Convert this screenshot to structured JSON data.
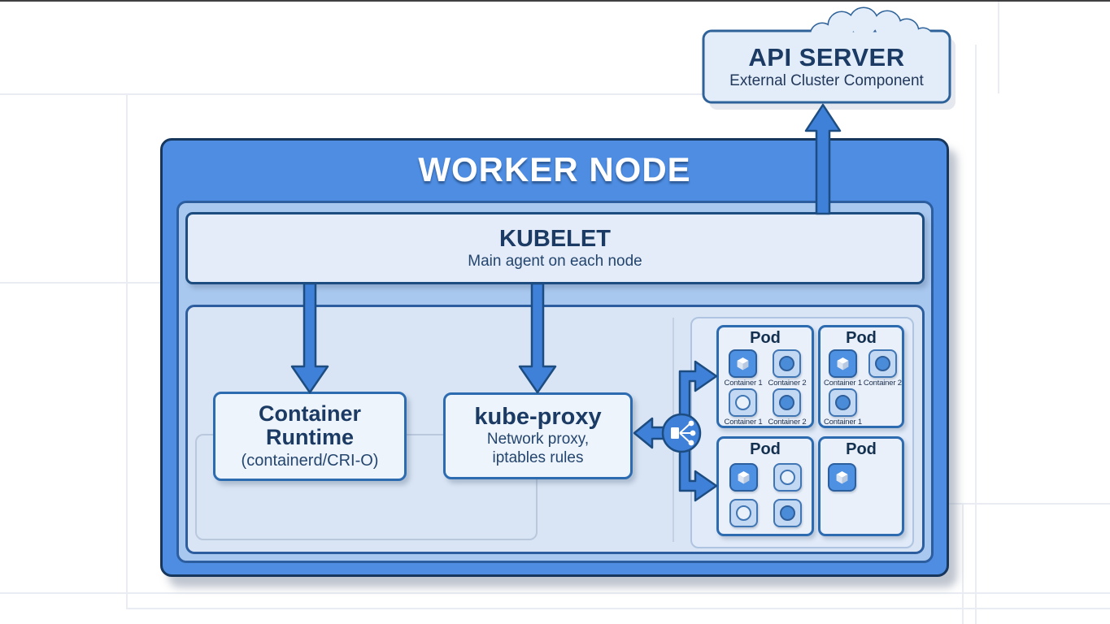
{
  "api_server": {
    "title": "API SERVER",
    "subtitle": "External Cluster Component"
  },
  "worker_node": {
    "title": "WORKER NODE"
  },
  "kubelet": {
    "title": "KUBELET",
    "subtitle": "Main agent on each node"
  },
  "container_runtime": {
    "title_line1": "Container",
    "title_line2": "Runtime",
    "subtitle": "(containerd/CRI-O)"
  },
  "kube_proxy": {
    "title": "kube-proxy",
    "subtitle_line1": "Network proxy,",
    "subtitle_line2": "iptables rules"
  },
  "pods": [
    {
      "title": "Pod",
      "containers": [
        {
          "icon": "cube",
          "label": "Container 1"
        },
        {
          "icon": "circle-filled",
          "label": "Container 2"
        },
        {
          "icon": "circle-outline",
          "label": "Container 1"
        },
        {
          "icon": "circle-filled",
          "label": "Container 2"
        }
      ]
    },
    {
      "title": "Pod",
      "containers": [
        {
          "icon": "cube",
          "label": "Container 1"
        },
        {
          "icon": "circle-filled",
          "label": "Container 2"
        },
        {
          "icon": "circle-filled",
          "label": "Container 1"
        }
      ]
    },
    {
      "title": "Pod",
      "containers": [
        {
          "icon": "cube",
          "label": null
        },
        {
          "icon": "circle-outline",
          "label": null
        },
        {
          "icon": "circle-outline",
          "label": null
        },
        {
          "icon": "circle-filled",
          "label": null
        }
      ]
    },
    {
      "title": "Pod",
      "containers": [
        {
          "icon": "cube",
          "label": null
        }
      ]
    }
  ],
  "icons": {
    "hub": "network-fanout-icon",
    "cube": "container-cube-icon",
    "circle": "container-circle-icon"
  },
  "colors": {
    "node_fill": "#4e8de2",
    "node_border": "#16365c",
    "inner_fill": "#a9c8ef",
    "panel_fill": "#d9e5f4",
    "component_fill": "#eef4fb",
    "component_border": "#2d6bb0",
    "arrow_fill": "#3f80d9",
    "arrow_border": "#1d4d80",
    "text_dark": "#1b3a64",
    "cloud_fill": "#e3edf9",
    "cloud_border": "#2e6299",
    "tile_blue": "#4e90e2",
    "tile_light": "#c3d8f2"
  }
}
